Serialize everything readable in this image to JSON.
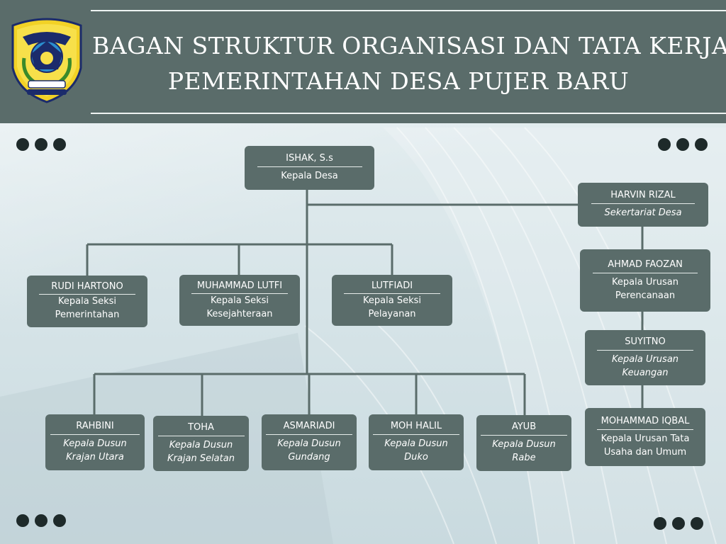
{
  "header": {
    "title_line1": "BAGAN STRUKTUR ORGANISASI DAN TATA KERJA",
    "title_line2": "PEMERINTAHAN DESA PUJER BARU",
    "logo_icon": "bondowoso-regency-emblem-icon"
  },
  "colors": {
    "header_bg": "#5a6c6a",
    "box_bg": "#5a6c6a",
    "connector": "#5a6c6a",
    "dots": "#1e2a2a"
  },
  "org": {
    "kepala_desa": {
      "name": "ISHAK, S.s",
      "role": "Kepala Desa"
    },
    "sekertariat": {
      "name": "HARVIN RIZAL",
      "role": "Sekertariat Desa"
    },
    "perencanaan": {
      "name": "AHMAD FAOZAN",
      "role": "Kepala Urusan Perencanaan"
    },
    "keuangan": {
      "name": "SUYITNO",
      "role": "Kepala Urusan Keuangan"
    },
    "tata_usaha": {
      "name": "MOHAMMAD IQBAL",
      "role": "Kepala Urusan Tata Usaha dan Umum"
    },
    "seksi": [
      {
        "name": "RUDI HARTONO",
        "role": "Kepala Seksi Pemerintahan"
      },
      {
        "name": "MUHAMMAD LUTFI",
        "role": "Kepala Seksi Kesejahteraan"
      },
      {
        "name": "LUTFIADI",
        "role": "Kepala Seksi Pelayanan"
      }
    ],
    "dusun": [
      {
        "name": "RAHBINI",
        "role": "Kepala Dusun Krajan Utara"
      },
      {
        "name": "TOHA",
        "role": "Kepala Dusun Krajan Selatan"
      },
      {
        "name": "ASMARIADI",
        "role": "Kepala Dusun Gundang"
      },
      {
        "name": "MOH HALIL",
        "role": "Kepala Dusun Duko"
      },
      {
        "name": "AYUB",
        "role": "Kepala Dusun Rabe"
      }
    ]
  }
}
